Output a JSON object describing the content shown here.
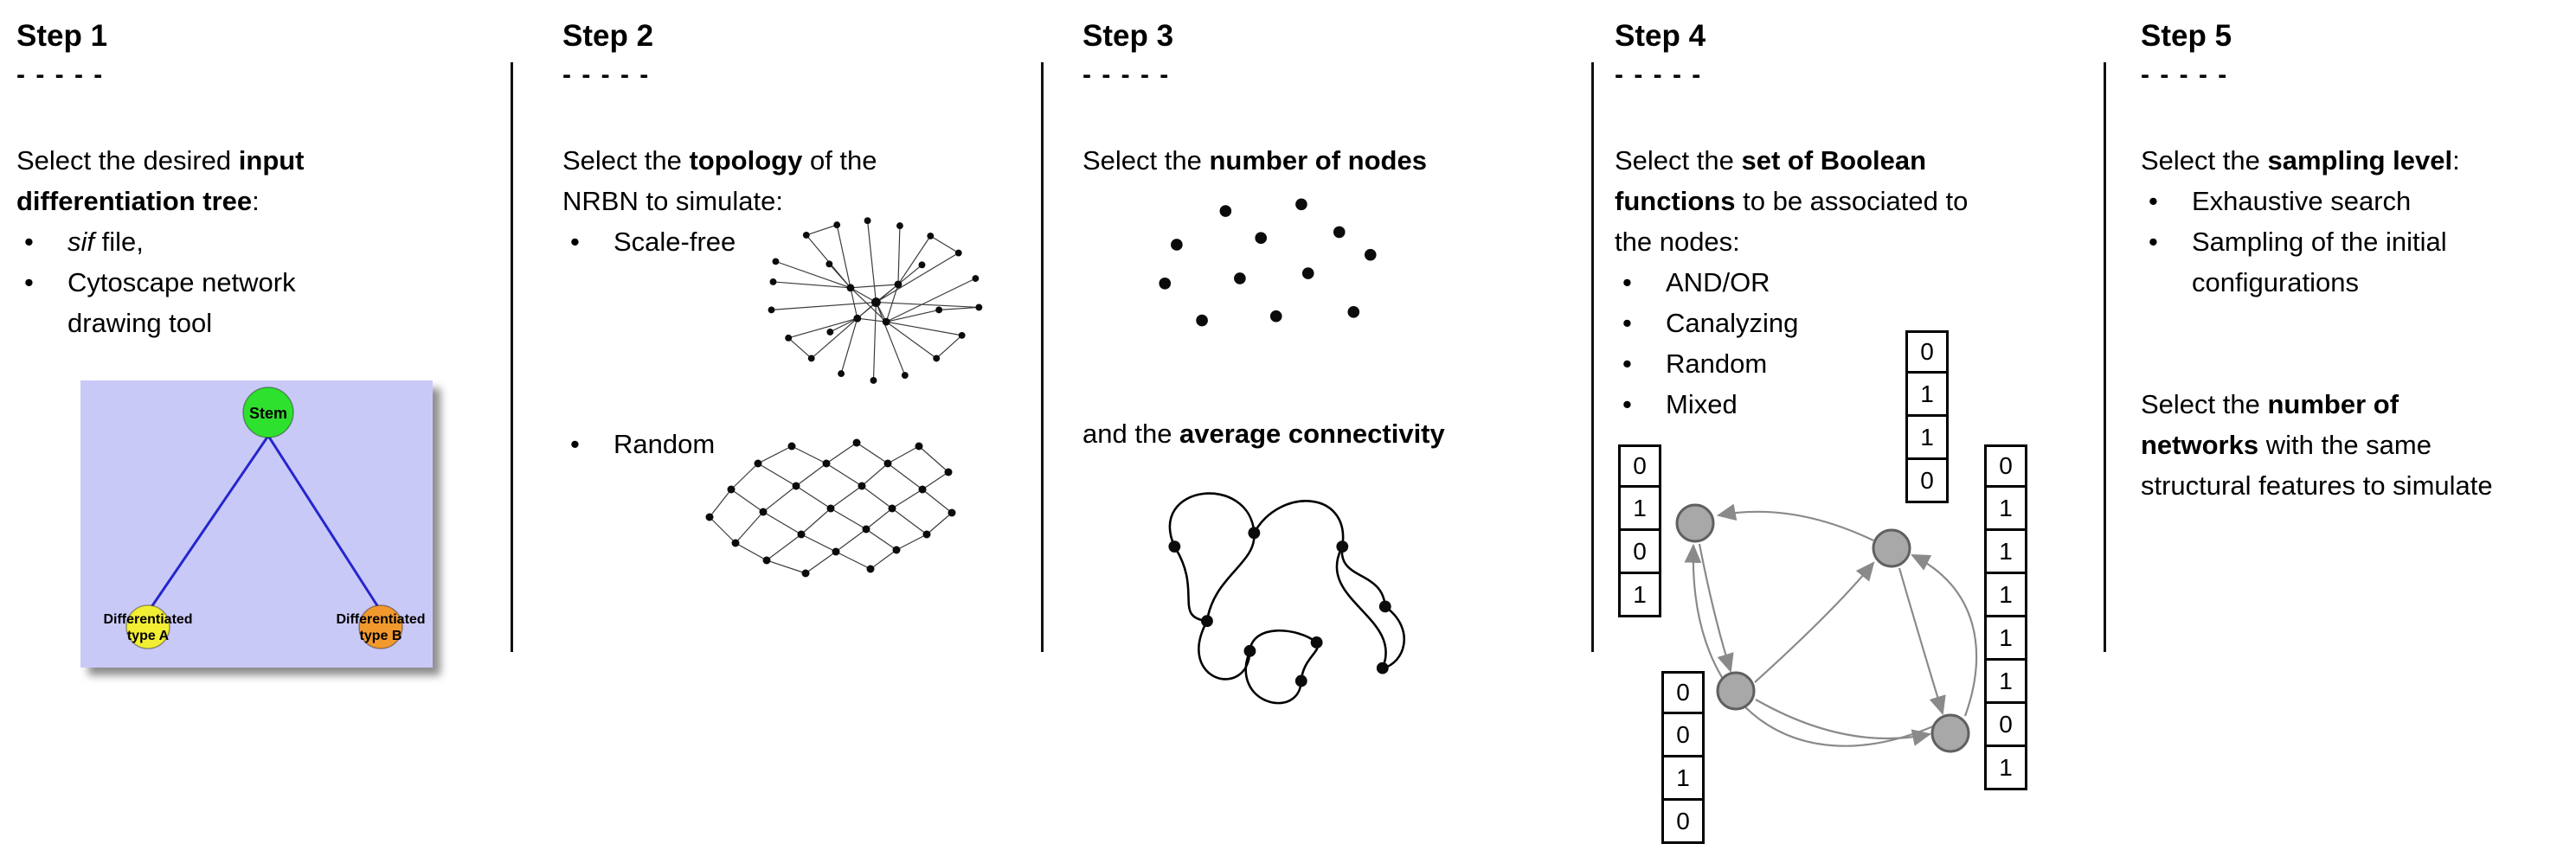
{
  "ui": {
    "bullet": "•"
  },
  "steps": [
    {
      "title": "Step 1",
      "dashes": "- - - - -",
      "para": [
        {
          "t": "Select the desired "
        },
        {
          "t": "input differentiation tree",
          "b": 1
        },
        {
          "t": ":"
        }
      ],
      "bullets": [
        [
          {
            "t": "sif",
            "i": 1
          },
          {
            "t": " file,"
          }
        ],
        [
          {
            "t": "Cytoscape network drawing tool"
          }
        ]
      ],
      "figure": {
        "stem_label": "Stem",
        "type_a_line1": "Differentiated",
        "type_a_line2": "type A",
        "type_b_line1": "Differentiated",
        "type_b_line2": "type B",
        "colors": {
          "background": "#c9c9f8",
          "stem": "#2fe12f",
          "type_a": "#f2ee33",
          "type_b": "#f2992e",
          "edge": "#2626cc"
        }
      }
    },
    {
      "title": "Step 2",
      "dashes": "- - - - -",
      "para": [
        {
          "t": "Select the "
        },
        {
          "t": "topology",
          "b": 1
        },
        {
          "t": " of the NRBN to simulate:"
        }
      ],
      "bullets": [
        [
          {
            "t": "Scale-free"
          }
        ],
        [
          {
            "t": "Random"
          }
        ]
      ]
    },
    {
      "title": "Step 3",
      "dashes": "- - - - -",
      "para": [
        {
          "t": "Select the "
        },
        {
          "t": "number of nodes",
          "b": 1
        }
      ],
      "para2": [
        {
          "t": "and the "
        },
        {
          "t": "average connectivity",
          "b": 1
        }
      ]
    },
    {
      "title": "Step 4",
      "dashes": "- - - - -",
      "para": [
        {
          "t": "Select the "
        },
        {
          "t": "set of Boolean functions",
          "b": 1
        },
        {
          "t": " to be associated to the nodes:"
        }
      ],
      "bullets": [
        [
          {
            "t": "AND/OR"
          }
        ],
        [
          {
            "t": "Canalyzing"
          }
        ],
        [
          {
            "t": "Random"
          }
        ],
        [
          {
            "t": "Mixed"
          }
        ]
      ],
      "truth_tables": {
        "top": [
          "0",
          "1",
          "1",
          "0"
        ],
        "left": [
          "0",
          "1",
          "0",
          "1"
        ],
        "bottom_left": [
          "0",
          "0",
          "1",
          "0"
        ],
        "right": [
          "0",
          "1",
          "1",
          "1",
          "1",
          "1",
          "0",
          "1"
        ]
      },
      "figure": {
        "node_color": "#a8a8a8",
        "node_border": "#606060",
        "edge_color": "#8a8a8a"
      }
    },
    {
      "title": "Step 5",
      "dashes": "- - - - -",
      "para": [
        {
          "t": "Select the "
        },
        {
          "t": "sampling level",
          "b": 1
        },
        {
          "t": ":"
        }
      ],
      "bullets": [
        [
          {
            "t": "Exhaustive search"
          }
        ],
        [
          {
            "t": "Sampling of the initial configurations"
          }
        ]
      ],
      "para2": [
        {
          "t": "Select the "
        },
        {
          "t": "number of networks",
          "b": 1
        },
        {
          "t": " with the same structural features to simulate"
        }
      ]
    }
  ]
}
